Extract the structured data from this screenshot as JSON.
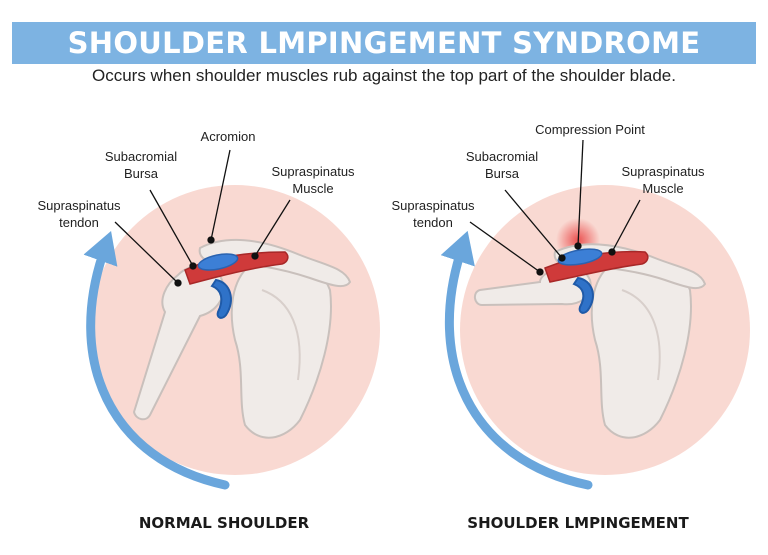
{
  "header": {
    "title": "SHOULDER LMPINGEMENT SYNDROME",
    "subtitle": "Occurs when shoulder muscles rub against the top part of the shoulder blade."
  },
  "normal": {
    "acromion": "Acromion",
    "subacromial_1": "Subacromial",
    "subacromial_2": "Bursa",
    "supra_muscle_1": "Supraspinatus",
    "supra_muscle_2": "Muscle",
    "supra_tendon_1": "Supraspinatus",
    "supra_tendon_2": "tendon",
    "caption": "NORMAL SHOULDER"
  },
  "impinged": {
    "compression": "Compression Point",
    "subacromial_1": "Subacromial",
    "subacromial_2": "Bursa",
    "supra_muscle_1": "Supraspinatus",
    "supra_muscle_2": "Muscle",
    "supra_tendon_1": "Supraspinatus",
    "supra_tendon_2": "tendon",
    "caption": "SHOULDER LMPINGEMENT"
  },
  "colors": {
    "banner": "#7db3e2",
    "circle": "#f9d9d2",
    "arrow": "#6aa6dc",
    "bone": "#f0ebe8",
    "muscle": "#cf3a3a",
    "bursa": "#3c7fd6",
    "cartilage": "#2f72c8",
    "compression_glow": "#e83a3a"
  }
}
